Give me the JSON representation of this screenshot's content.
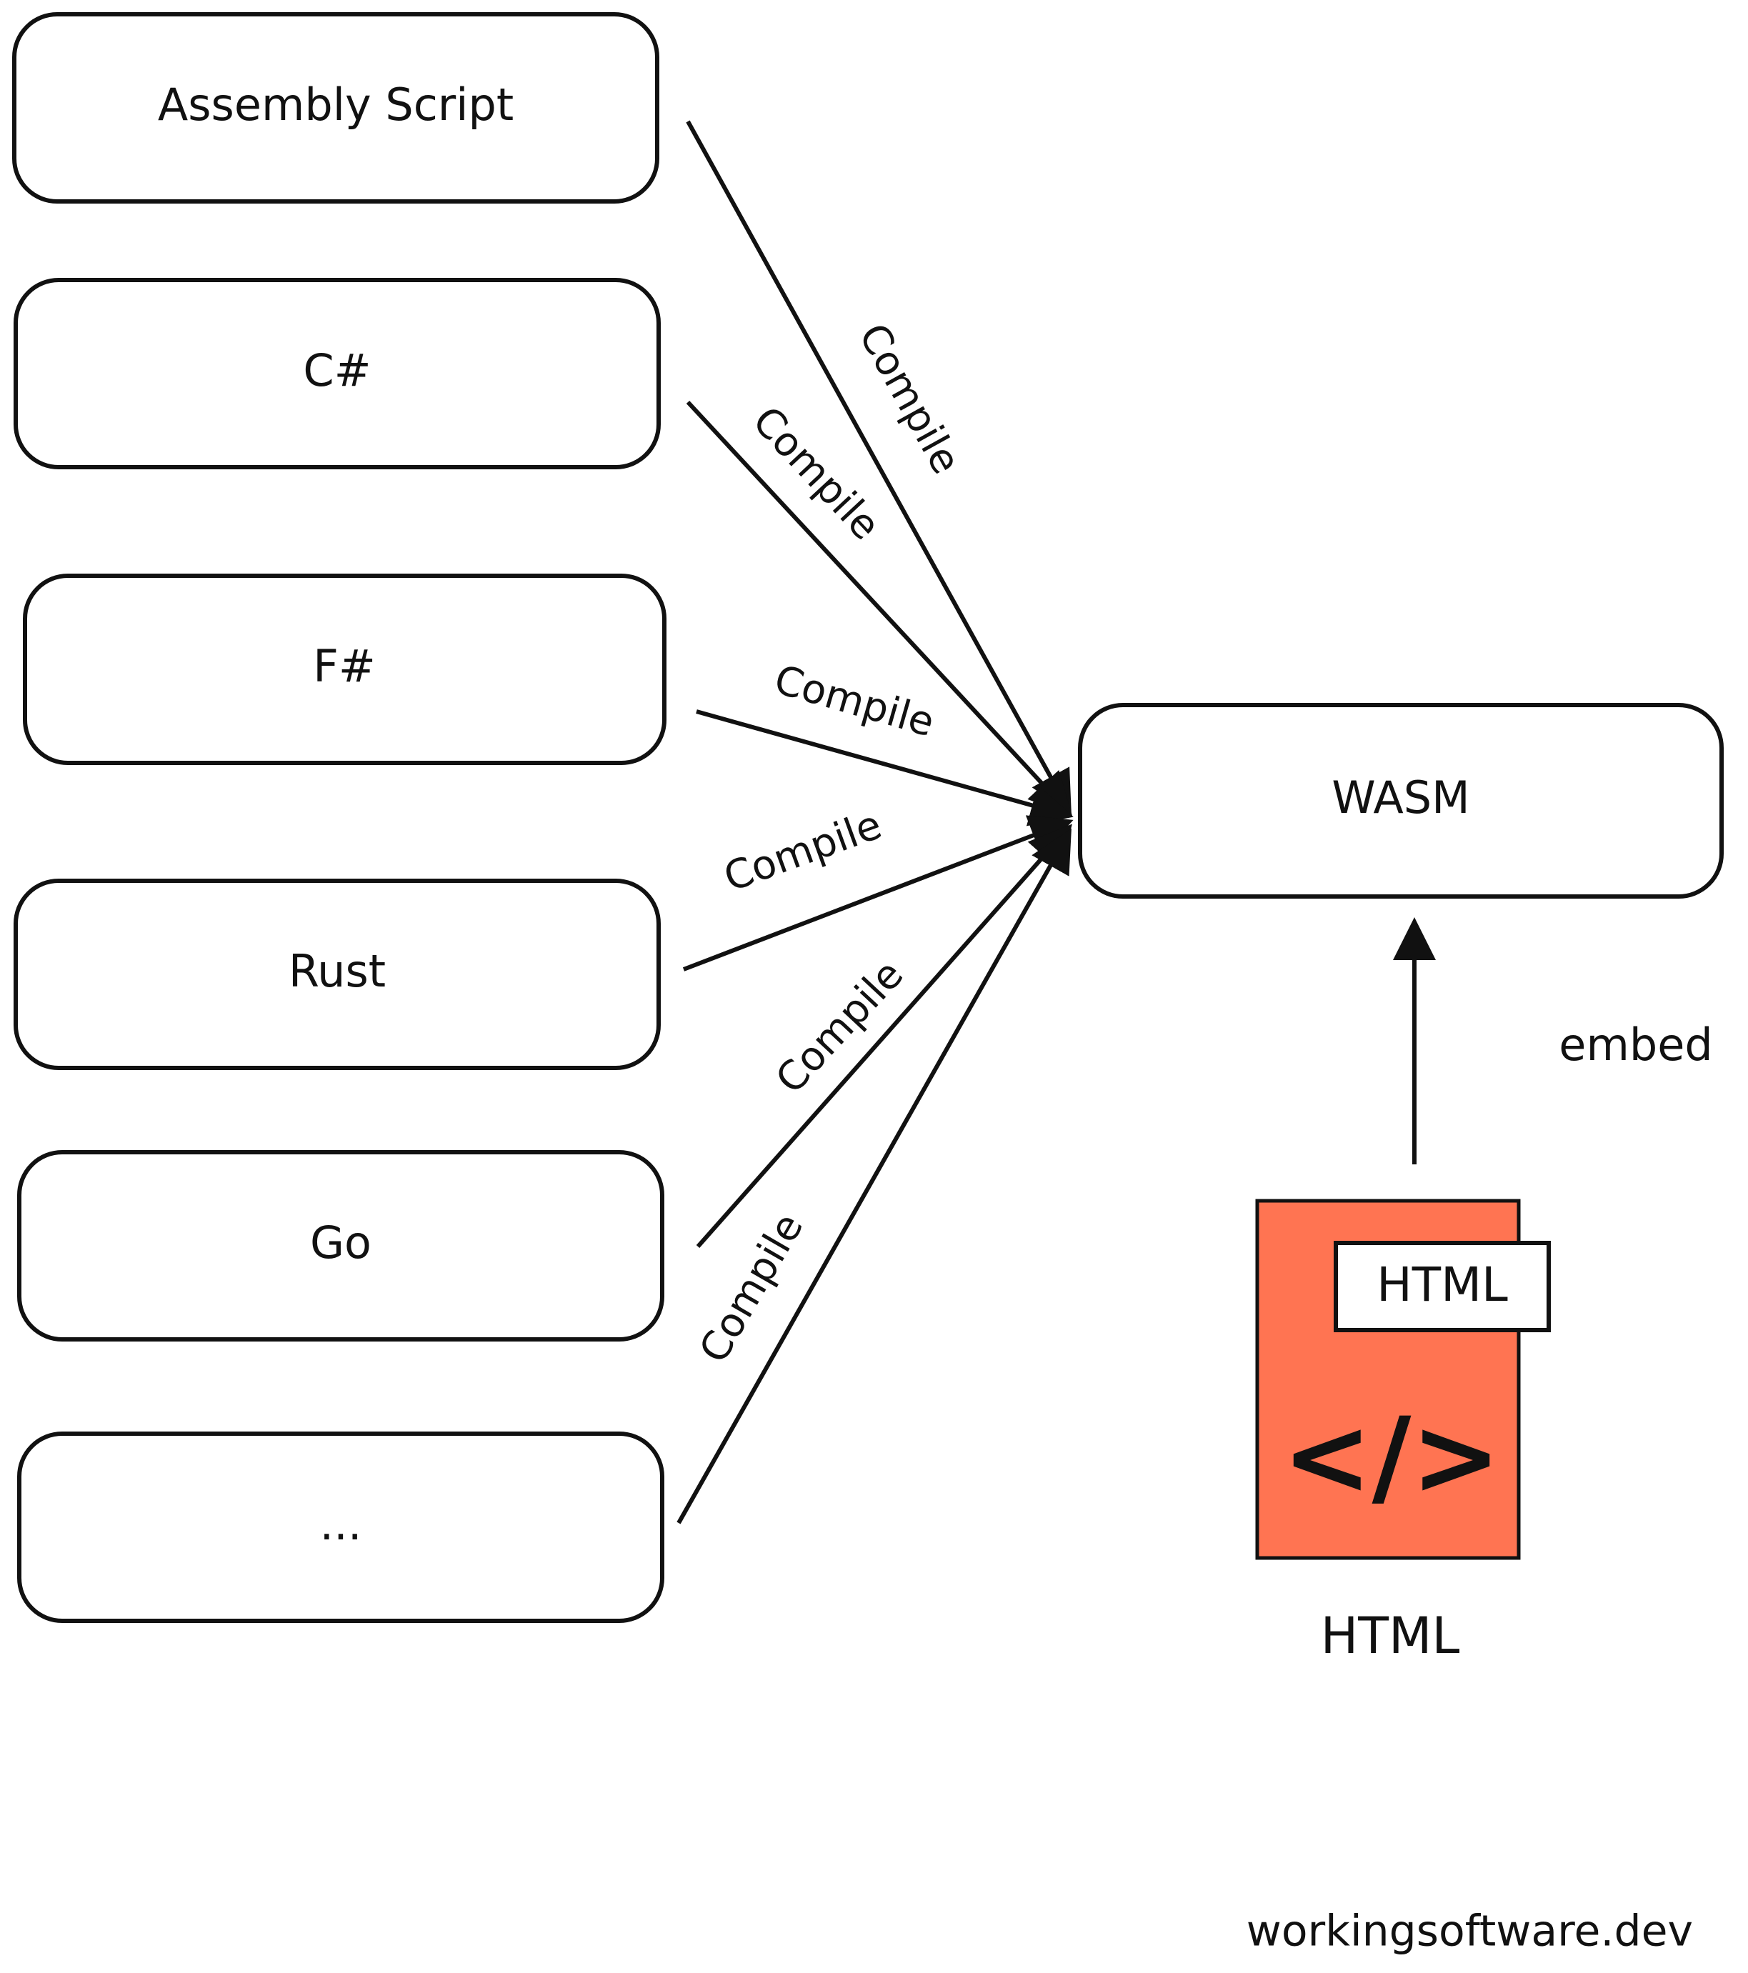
{
  "sources": [
    {
      "label": "Assembly Script"
    },
    {
      "label": "C#"
    },
    {
      "label": "F#"
    },
    {
      "label": "Rust"
    },
    {
      "label": "Go"
    },
    {
      "label": "..."
    }
  ],
  "target": {
    "label": "WASM"
  },
  "compile_label": "Compile",
  "embed": {
    "label": "embed"
  },
  "html_file": {
    "tab_label": "HTML",
    "icon_glyph": "</>",
    "caption": "HTML",
    "color": "#FF7452"
  },
  "footer": {
    "text": "workingsoftware.dev"
  }
}
